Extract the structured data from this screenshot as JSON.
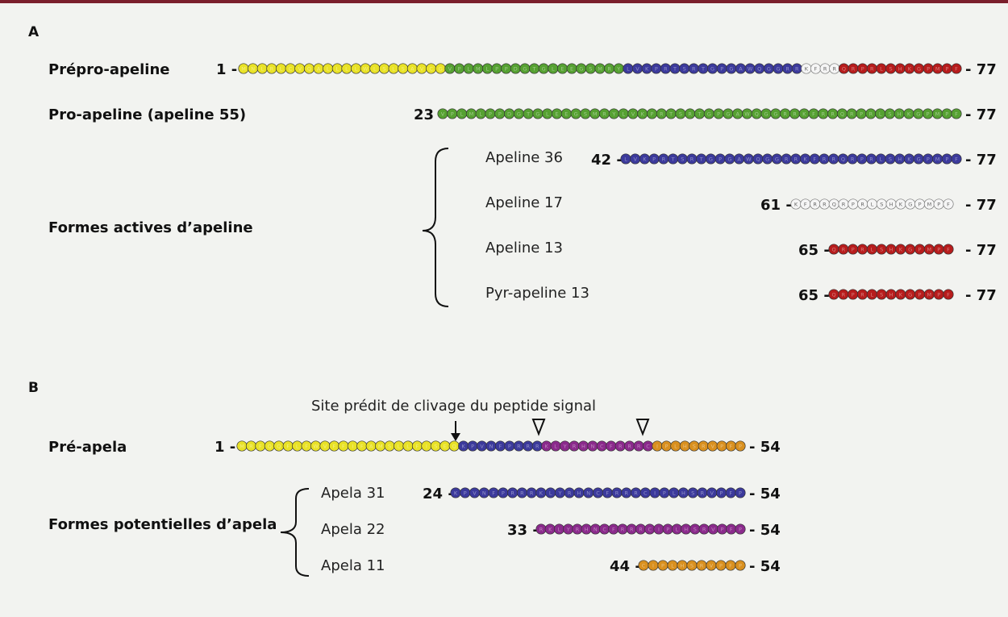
{
  "panel_a": {
    "label": "A",
    "rows": [
      {
        "label": "Prépro-apeline",
        "start": "1 -",
        "end": "- 77",
        "segments": [
          {
            "color": "#e9e227",
            "seq": "MNLRLCVQALLLLWLSLSAVCG"
          },
          {
            "color": "#56a132",
            "seq": "VPLMLPPDGTGLEEGSMRY"
          },
          {
            "color": "#3c3a9c",
            "seq": "LVKPRTSRTGPGAWQGGRR"
          },
          {
            "color": "#f5f5f5",
            "seq": "KFRR"
          },
          {
            "color": "#b71c1c",
            "seq": "QRPRLSHKGPMPF"
          }
        ]
      },
      {
        "label": "Pro-apeline (apeline 55)",
        "start": "23 -",
        "end": "- 77",
        "segments": [
          {
            "color": "#56a132",
            "seq": "VPLMLPPDGTGLEEGSMRYLVKPRTSRTGPGAWQGGRRKFRRQRPRLSHKGPMPF"
          }
        ]
      },
      {
        "label": "Apeline 36",
        "start": "42 -",
        "end": "- 77",
        "segments": [
          {
            "color": "#3c3a9c",
            "seq": "LVKPRTSRTGPGAWQGGRRKFRRQRPRLSHKGPMPF"
          }
        ]
      },
      {
        "label": "Apeline 17",
        "start": "61 -",
        "end": "- 77",
        "segments": [
          {
            "color": "#f5f5f5",
            "seq": "KFRRQRPRLSHKGPMPF"
          }
        ]
      },
      {
        "label": "Apeline 13",
        "start": "65 -",
        "end": "- 77",
        "segments": [
          {
            "color": "#b71c1c",
            "seq": "QRPRLSHKGPMPF"
          }
        ]
      },
      {
        "label": "Pyr-apeline 13",
        "start": "65 -",
        "end": "- 77",
        "segments": [
          {
            "color": "#b71c1c",
            "seq": "QRPRLSHKGPMPF"
          }
        ]
      }
    ],
    "group_label": "Formes actives d’apeline"
  },
  "panel_b": {
    "label": "B",
    "cleavage_note": "Site prédit de clivage du peptide signal",
    "rows": [
      {
        "label": "Pré-apela",
        "start": "1 -",
        "end": "- 54",
        "segments": [
          {
            "color": "#e9e227",
            "seq": "MRFQQFLFWVFFIFAMSLLFISEQ"
          },
          {
            "color": "#3c3a9c",
            "seq": "KPVNFPRRR"
          },
          {
            "color": "#8b2a8c",
            "seq": "KLYRHNCFRRRC"
          },
          {
            "color": "#d9901f",
            "seq": "IPLHSRVPFP"
          }
        ]
      },
      {
        "label": "Apela 31",
        "start": "24 -",
        "end": "- 54",
        "segments": [
          {
            "color": "#3c3a9c",
            "seq": "KPVNFPRRRKLYRHNCFRRRCIPLHSRVPFP"
          }
        ]
      },
      {
        "label": "Apela 22",
        "start": "33 -",
        "end": "- 54",
        "segments": [
          {
            "color": "#8b2a8c",
            "seq": "RKLYRHNCFRRRCIPLHSRVPFP"
          }
        ]
      },
      {
        "label": "Apela 11",
        "start": "44 -",
        "end": "- 54",
        "segments": [
          {
            "color": "#d9901f",
            "seq": "CIPLHSRVPFP"
          }
        ]
      }
    ],
    "group_label": "Formes potentielles d’apela"
  }
}
